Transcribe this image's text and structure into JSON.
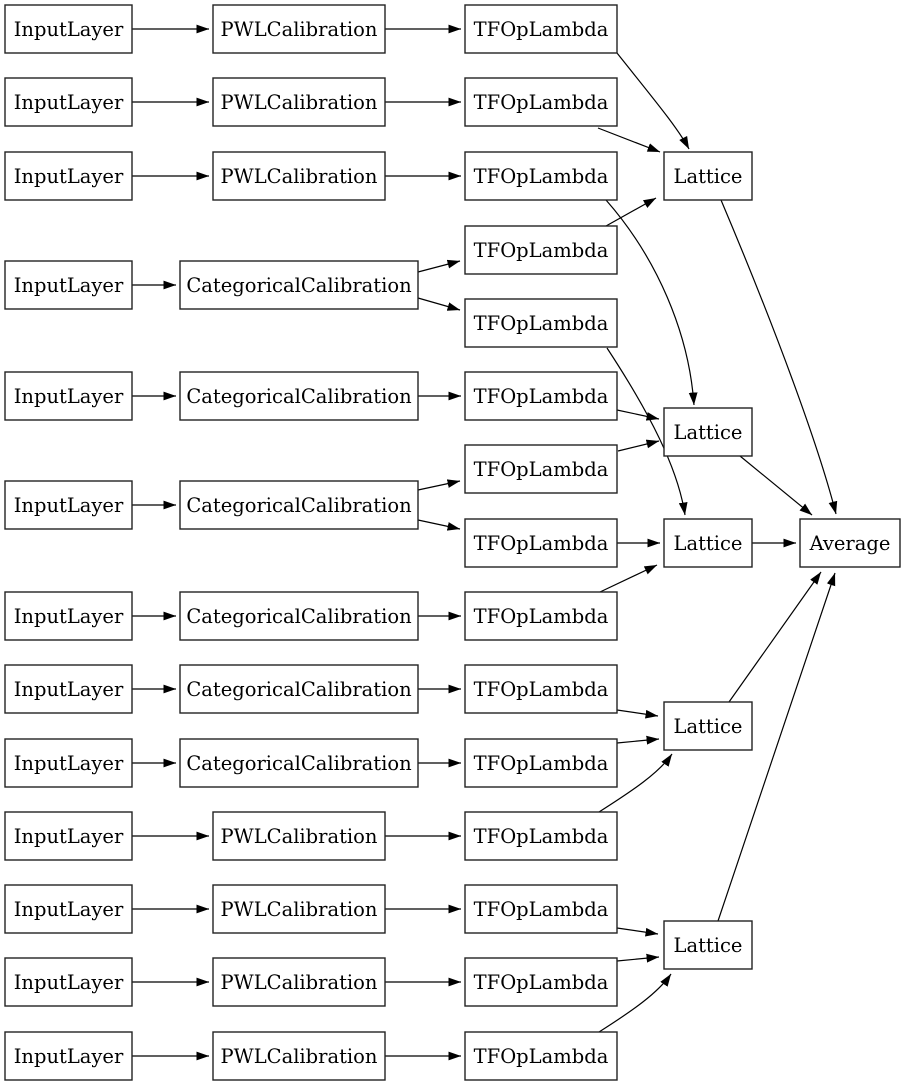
{
  "diagram": {
    "kind": "keras-model-graph",
    "colors": {
      "background": "#ffffff",
      "node_fill": "#ffffff",
      "node_border": "#222222",
      "edge": "#000000",
      "text": "#000000"
    },
    "nodes": [
      {
        "id": "input_1",
        "label": "InputLayer"
      },
      {
        "id": "input_2",
        "label": "InputLayer"
      },
      {
        "id": "input_3",
        "label": "InputLayer"
      },
      {
        "id": "input_4",
        "label": "InputLayer"
      },
      {
        "id": "input_5",
        "label": "InputLayer"
      },
      {
        "id": "input_6",
        "label": "InputLayer"
      },
      {
        "id": "input_7",
        "label": "InputLayer"
      },
      {
        "id": "input_8",
        "label": "InputLayer"
      },
      {
        "id": "input_9",
        "label": "InputLayer"
      },
      {
        "id": "input_10",
        "label": "InputLayer"
      },
      {
        "id": "input_11",
        "label": "InputLayer"
      },
      {
        "id": "input_12",
        "label": "InputLayer"
      },
      {
        "id": "input_13",
        "label": "InputLayer"
      },
      {
        "id": "pwl_1",
        "label": "PWLCalibration"
      },
      {
        "id": "pwl_2",
        "label": "PWLCalibration"
      },
      {
        "id": "pwl_3",
        "label": "PWLCalibration"
      },
      {
        "id": "pwl_4",
        "label": "PWLCalibration"
      },
      {
        "id": "pwl_5",
        "label": "PWLCalibration"
      },
      {
        "id": "pwl_6",
        "label": "PWLCalibration"
      },
      {
        "id": "pwl_7",
        "label": "PWLCalibration"
      },
      {
        "id": "cat_1",
        "label": "CategoricalCalibration"
      },
      {
        "id": "cat_2",
        "label": "CategoricalCalibration"
      },
      {
        "id": "cat_3",
        "label": "CategoricalCalibration"
      },
      {
        "id": "cat_4",
        "label": "CategoricalCalibration"
      },
      {
        "id": "cat_5",
        "label": "CategoricalCalibration"
      },
      {
        "id": "cat_6",
        "label": "CategoricalCalibration"
      },
      {
        "id": "lambda_1",
        "label": "TFOpLambda"
      },
      {
        "id": "lambda_2",
        "label": "TFOpLambda"
      },
      {
        "id": "lambda_3",
        "label": "TFOpLambda"
      },
      {
        "id": "lambda_4",
        "label": "TFOpLambda"
      },
      {
        "id": "lambda_5",
        "label": "TFOpLambda"
      },
      {
        "id": "lambda_6",
        "label": "TFOpLambda"
      },
      {
        "id": "lambda_7",
        "label": "TFOpLambda"
      },
      {
        "id": "lambda_8",
        "label": "TFOpLambda"
      },
      {
        "id": "lambda_9",
        "label": "TFOpLambda"
      },
      {
        "id": "lambda_10",
        "label": "TFOpLambda"
      },
      {
        "id": "lambda_11",
        "label": "TFOpLambda"
      },
      {
        "id": "lambda_12",
        "label": "TFOpLambda"
      },
      {
        "id": "lambda_13",
        "label": "TFOpLambda"
      },
      {
        "id": "lambda_14",
        "label": "TFOpLambda"
      },
      {
        "id": "lambda_15",
        "label": "TFOpLambda"
      },
      {
        "id": "lattice_1",
        "label": "Lattice"
      },
      {
        "id": "lattice_2",
        "label": "Lattice"
      },
      {
        "id": "lattice_3",
        "label": "Lattice"
      },
      {
        "id": "lattice_4",
        "label": "Lattice"
      },
      {
        "id": "lattice_5",
        "label": "Lattice"
      },
      {
        "id": "average",
        "label": "Average"
      }
    ],
    "edges": [
      [
        "input_1",
        "pwl_1"
      ],
      [
        "input_2",
        "pwl_2"
      ],
      [
        "input_3",
        "pwl_3"
      ],
      [
        "input_4",
        "cat_1"
      ],
      [
        "input_5",
        "cat_2"
      ],
      [
        "input_6",
        "cat_3"
      ],
      [
        "input_7",
        "cat_4"
      ],
      [
        "input_8",
        "cat_5"
      ],
      [
        "input_9",
        "cat_6"
      ],
      [
        "input_10",
        "pwl_4"
      ],
      [
        "input_11",
        "pwl_5"
      ],
      [
        "input_12",
        "pwl_6"
      ],
      [
        "input_13",
        "pwl_7"
      ],
      [
        "pwl_1",
        "lambda_1"
      ],
      [
        "pwl_2",
        "lambda_2"
      ],
      [
        "pwl_3",
        "lambda_3"
      ],
      [
        "pwl_4",
        "lambda_12"
      ],
      [
        "pwl_5",
        "lambda_13"
      ],
      [
        "pwl_6",
        "lambda_14"
      ],
      [
        "pwl_7",
        "lambda_15"
      ],
      [
        "cat_1",
        "lambda_4"
      ],
      [
        "cat_1",
        "lambda_5"
      ],
      [
        "cat_2",
        "lambda_6"
      ],
      [
        "cat_3",
        "lambda_7"
      ],
      [
        "cat_3",
        "lambda_8"
      ],
      [
        "cat_4",
        "lambda_9"
      ],
      [
        "cat_5",
        "lambda_10"
      ],
      [
        "cat_6",
        "lambda_11"
      ],
      [
        "lambda_1",
        "lattice_1"
      ],
      [
        "lambda_2",
        "lattice_1"
      ],
      [
        "lambda_4",
        "lattice_1"
      ],
      [
        "lambda_3",
        "lattice_2"
      ],
      [
        "lambda_6",
        "lattice_2"
      ],
      [
        "lambda_7",
        "lattice_2"
      ],
      [
        "lambda_5",
        "lattice_3"
      ],
      [
        "lambda_8",
        "lattice_3"
      ],
      [
        "lambda_9",
        "lattice_3"
      ],
      [
        "lambda_10",
        "lattice_4"
      ],
      [
        "lambda_11",
        "lattice_4"
      ],
      [
        "lambda_12",
        "lattice_4"
      ],
      [
        "lambda_13",
        "lattice_5"
      ],
      [
        "lambda_14",
        "lattice_5"
      ],
      [
        "lambda_15",
        "lattice_5"
      ],
      [
        "lattice_1",
        "average"
      ],
      [
        "lattice_2",
        "average"
      ],
      [
        "lattice_3",
        "average"
      ],
      [
        "lattice_4",
        "average"
      ],
      [
        "lattice_5",
        "average"
      ]
    ]
  }
}
